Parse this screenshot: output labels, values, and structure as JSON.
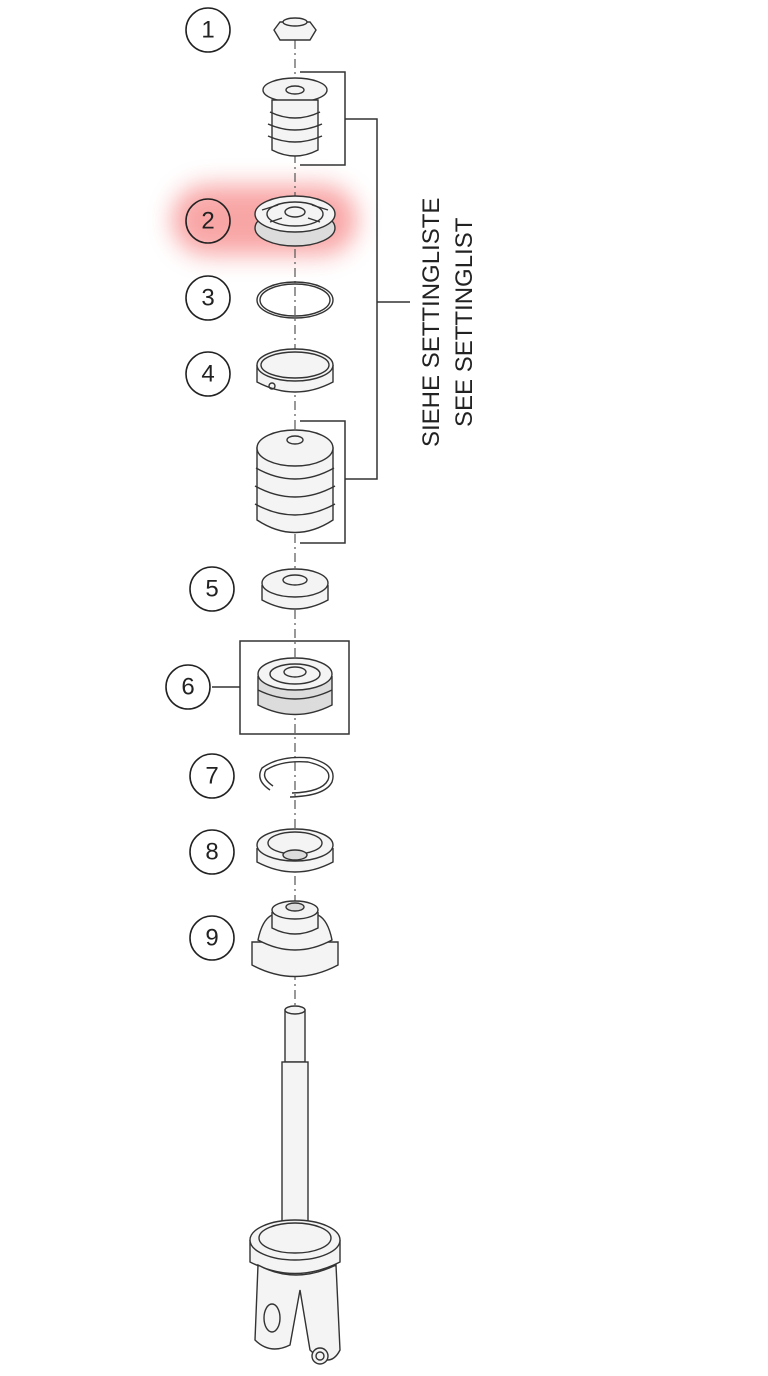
{
  "callouts": [
    {
      "number": "1"
    },
    {
      "number": "2",
      "highlighted": true
    },
    {
      "number": "3"
    },
    {
      "number": "4"
    },
    {
      "number": "5"
    },
    {
      "number": "6"
    },
    {
      "number": "7"
    },
    {
      "number": "8"
    },
    {
      "number": "9"
    }
  ],
  "note": {
    "line_de": "SIEHE SETTINGLISTE",
    "line_en": "SEE SETTINGLIST"
  },
  "colors": {
    "highlight": "#f46a6a",
    "line": "#333333"
  }
}
